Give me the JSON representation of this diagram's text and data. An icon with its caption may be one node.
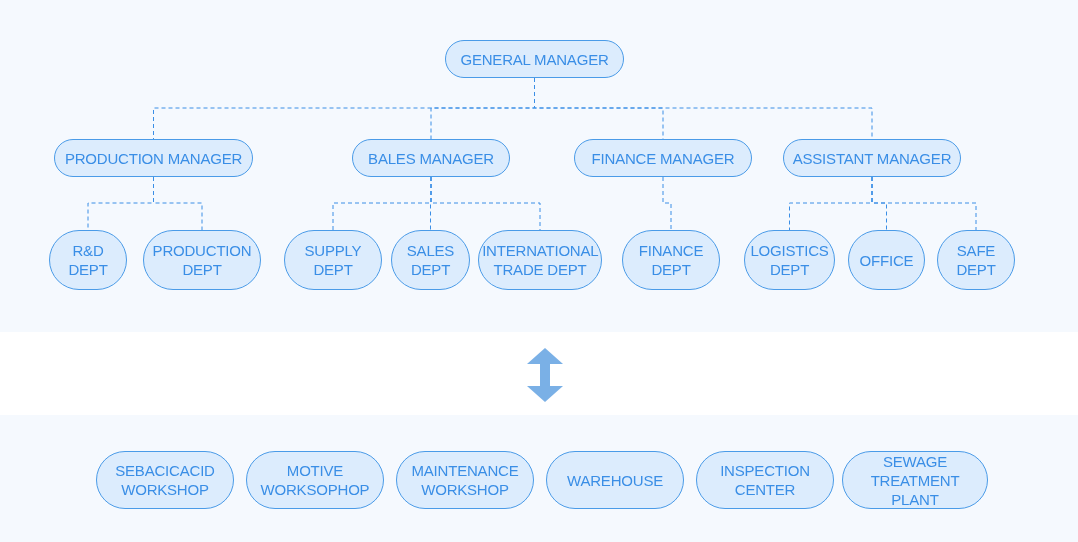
{
  "diagram": {
    "nodes": [
      {
        "text": [],
        "shape": "box"
      },
      {
        "text": [
          "GENERAL MANAGER"
        ],
        "in": 0
      },
      {
        "text": [
          "PRODUCTION MANAGER"
        ],
        "in": 0
      },
      {
        "text": [
          "BALES MANAGER"
        ],
        "in": 0
      },
      {
        "text": [
          "FINANCE MANAGER"
        ],
        "in": 0
      },
      {
        "text": [
          "ASSISTANT MANAGER"
        ],
        "in": 0
      },
      {
        "text": [
          "R&D DEPT"
        ],
        "in": 0
      },
      {
        "text": [
          "PRODUCTION DEPT"
        ],
        "in": 0
      },
      {
        "text": [
          "SUPPLY DEPT"
        ],
        "in": 0
      },
      {
        "text": [
          "SALES DEPT"
        ],
        "in": 0
      },
      {
        "text": [
          "INTERNATIONAL TRADE DEPT"
        ],
        "in": 0
      },
      {
        "text": [
          "FINANCE DEPT"
        ],
        "in": 0
      },
      {
        "text": [
          "LOGISTICS DEPT"
        ],
        "in": 0
      },
      {
        "text": [
          "OFFICE"
        ],
        "in": 0
      },
      {
        "text": [
          "SAFE DEPT"
        ],
        "in": 0
      },
      {
        "text": [],
        "shape": "box"
      },
      {
        "text": [
          "SEBACICACID WORKSHOP"
        ],
        "in": 15
      },
      {
        "text": [
          "MOTIVE WORKSOPHOP"
        ],
        "in": 15
      },
      {
        "text": [
          "MAINTENANCE WORKSHOP"
        ],
        "in": 15
      },
      {
        "text": [
          "WAREHOUSE"
        ],
        "in": 15
      },
      {
        "text": [
          "INSPECTION CENTER"
        ],
        "in": 15
      },
      {
        "text": [
          "SEWAGE TREATMENT PLANT"
        ],
        "in": 15
      }
    ],
    "edges": [
      {
        "from": 1,
        "to": 2,
        "arrow": "none",
        "style": "dashed"
      },
      {
        "from": 1,
        "to": 3,
        "arrow": "none",
        "style": "dashed"
      },
      {
        "from": 1,
        "to": 4,
        "arrow": "none",
        "style": "dashed"
      },
      {
        "from": 1,
        "to": 5,
        "arrow": "none",
        "style": "dashed"
      },
      {
        "from": 2,
        "to": 6,
        "arrow": "none",
        "style": "dashed"
      },
      {
        "from": 2,
        "to": 7,
        "arrow": "none",
        "style": "dashed"
      },
      {
        "from": 3,
        "to": 8,
        "arrow": "none",
        "style": "dashed"
      },
      {
        "from": 3,
        "to": 9,
        "arrow": "none",
        "style": "dashed"
      },
      {
        "from": 3,
        "to": 10,
        "arrow": "none",
        "style": "dashed"
      },
      {
        "from": 4,
        "to": 11,
        "arrow": "none",
        "style": "dashed"
      },
      {
        "from": 5,
        "to": 12,
        "arrow": "none",
        "style": "dashed"
      },
      {
        "from": 5,
        "to": 13,
        "arrow": "none",
        "style": "dashed"
      },
      {
        "from": 5,
        "to": 14,
        "arrow": "none",
        "style": "dashed"
      },
      {
        "from": 0,
        "to": 15,
        "arrow": "both",
        "style": "thick",
        "color": "#7ab0e6"
      }
    ]
  }
}
